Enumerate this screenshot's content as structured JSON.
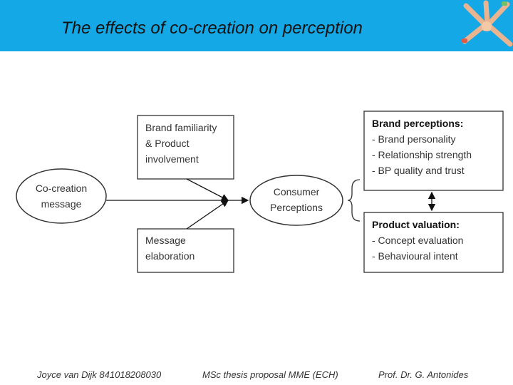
{
  "header": {
    "title": "The effects of co-creation on perception",
    "logo_icon": "joined-hands-logo-icon",
    "color": "#14a8e6"
  },
  "diagram": {
    "cocreation": {
      "line1": "Co-creation",
      "line2": "message"
    },
    "brand_familiarity": {
      "line1": "Brand familiarity",
      "line2": "& Product",
      "line3": "involvement"
    },
    "message_elaboration": {
      "line1": "Message",
      "line2": "elaboration"
    },
    "consumer": {
      "line1": "Consumer",
      "line2": "Perceptions"
    },
    "brand_perceptions": {
      "title": "Brand perceptions:",
      "items": [
        "- Brand personality",
        "- Relationship strength",
        "- BP quality and trust"
      ]
    },
    "product_valuation": {
      "title": "Product valuation:",
      "items": [
        "- Concept evaluation",
        "- Behavioural intent"
      ]
    }
  },
  "footer": {
    "author": "Joyce van Dijk 841018208030",
    "course": "MSc thesis proposal MME (ECH)",
    "supervisor": "Prof. Dr. G. Antonides"
  }
}
